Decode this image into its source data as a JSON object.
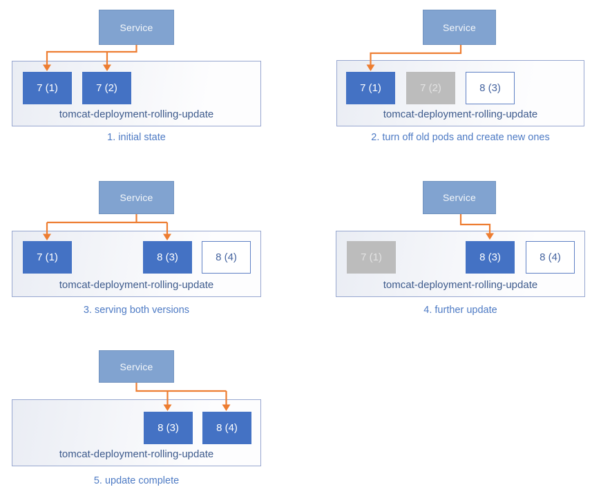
{
  "colors": {
    "service_fill": "#81a3d0",
    "service_border": "#7193bf",
    "service_text": "#f4f7fa",
    "pod_active_fill": "#4472c4",
    "pod_active_text": "#ffffff",
    "pod_inactive_fill": "#bcbcbc",
    "pod_inactive_text": "#e3e3e3",
    "pod_new_border": "#5d7fc4",
    "pod_new_text": "#44639f",
    "container_border": "#96a6cf",
    "container_fill_from": "#eaedf4",
    "container_fill_to": "#fdfdfe",
    "label_text": "#3d5a8c",
    "caption_text": "#4d7ac4",
    "arrow": "#ed7d31"
  },
  "panels": [
    {
      "service_label": "Service",
      "deployment_label": "tomcat-deployment-rolling-update",
      "caption": "1. initial state",
      "pods": [
        {
          "label": "7 (1)",
          "state": "active",
          "css_class": "pod pod-active"
        },
        {
          "label": "7 (2)",
          "state": "active",
          "css_class": "pod pod-active"
        }
      ]
    },
    {
      "service_label": "Service",
      "deployment_label": "tomcat-deployment-rolling-update",
      "caption": "2. turn off old pods and create new ones",
      "pods": [
        {
          "label": "7 (1)",
          "state": "active",
          "css_class": "pod pod-active"
        },
        {
          "label": "7 (2)",
          "state": "inactive",
          "css_class": "pod pod-inactive"
        },
        {
          "label": "8 (3)",
          "state": "new",
          "css_class": "pod pod-new"
        }
      ]
    },
    {
      "service_label": "Service",
      "deployment_label": "tomcat-deployment-rolling-update",
      "caption": "3. serving both versions",
      "pods": [
        {
          "label": "7 (1)",
          "state": "active",
          "css_class": "pod pod-active"
        },
        {
          "label": "8 (3)",
          "state": "active",
          "css_class": "pod pod-active"
        },
        {
          "label": "8 (4)",
          "state": "new",
          "css_class": "pod pod-new"
        }
      ]
    },
    {
      "service_label": "Service",
      "deployment_label": "tomcat-deployment-rolling-update",
      "caption": "4. further update",
      "pods": [
        {
          "label": "7 (1)",
          "state": "inactive",
          "css_class": "pod pod-inactive"
        },
        {
          "label": "8 (3)",
          "state": "active",
          "css_class": "pod pod-active"
        },
        {
          "label": "8 (4)",
          "state": "new",
          "css_class": "pod pod-new"
        }
      ]
    },
    {
      "service_label": "Service",
      "deployment_label": "tomcat-deployment-rolling-update",
      "caption": "5. update complete",
      "pods": [
        {
          "label": "8 (3)",
          "state": "active",
          "css_class": "pod pod-active"
        },
        {
          "label": "8 (4)",
          "state": "active",
          "css_class": "pod pod-active"
        }
      ]
    }
  ]
}
